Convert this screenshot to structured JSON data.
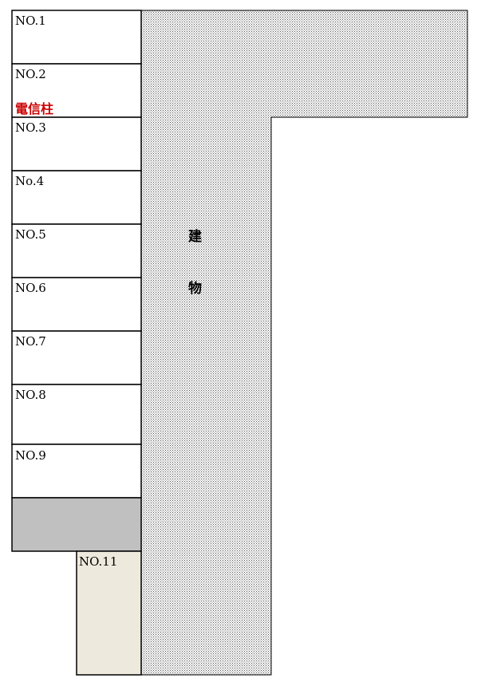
{
  "parking_slots": [
    {
      "label": "NO.1"
    },
    {
      "label": "NO.2"
    },
    {
      "label": "NO.3"
    },
    {
      "label": "No.4"
    },
    {
      "label": "NO.5"
    },
    {
      "label": "NO.6"
    },
    {
      "label": "NO.7"
    },
    {
      "label": "NO.8"
    },
    {
      "label": "NO.9"
    },
    {
      "label": ""
    }
  ],
  "slot_11": {
    "label": "NO.11"
  },
  "utility_pole": {
    "label": "電信柱"
  },
  "building": {
    "char_1": "建",
    "char_2": "物"
  },
  "colors": {
    "outline": "#000000",
    "slot_fill": "#ffffff",
    "slot_10_fill": "#c0c0c0",
    "slot_11_fill": "#ede9dc",
    "building_dot": "#555555",
    "pole_text": "#cc0000"
  }
}
